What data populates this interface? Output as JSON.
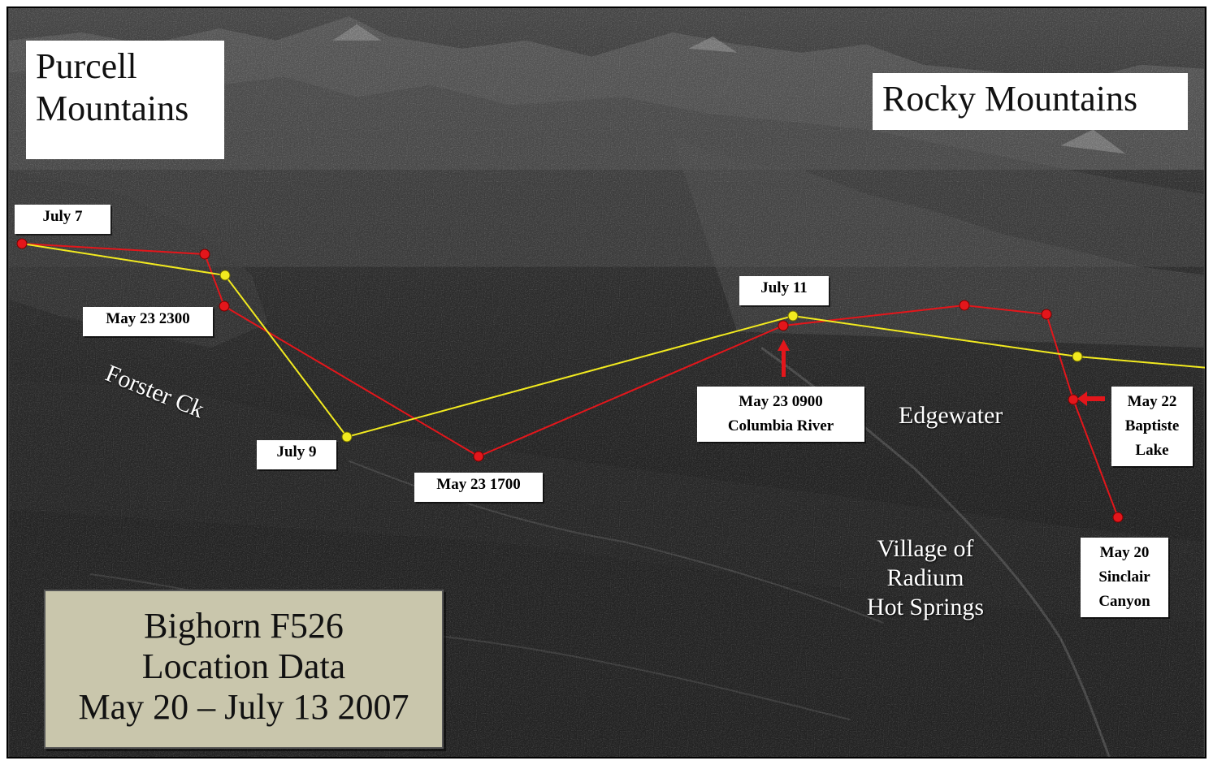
{
  "regions": {
    "purcell": [
      "Purcell",
      "Mountains"
    ],
    "rocky": "Rocky Mountains"
  },
  "places": {
    "forster": "Forster Ck",
    "edgewater": "Edgewater",
    "radium": [
      "Village of",
      "Radium",
      "Hot Springs"
    ]
  },
  "title": [
    "Bighorn F526",
    "Location Data",
    "May 20 – July 13 2007"
  ],
  "red_labels": {
    "may23_2300": "May 23 2300",
    "may23_1700": "May 23 1700",
    "may23_0900": [
      "May 23 0900",
      "Columbia River"
    ],
    "may22": [
      "May 22",
      "Baptiste",
      "Lake"
    ],
    "may20": [
      "May 20",
      "Sinclair",
      "Canyon"
    ]
  },
  "yellow_labels": {
    "july7": "July 7",
    "july9": "July 9",
    "july11": "July 11"
  },
  "colors": {
    "red_track": "#e3161b",
    "yellow_track": "#f2ea1f",
    "terrain_dark": "#2b2b2b",
    "terrain_light": "#8a8a8a",
    "title_bg": "#c9c6ac"
  }
}
